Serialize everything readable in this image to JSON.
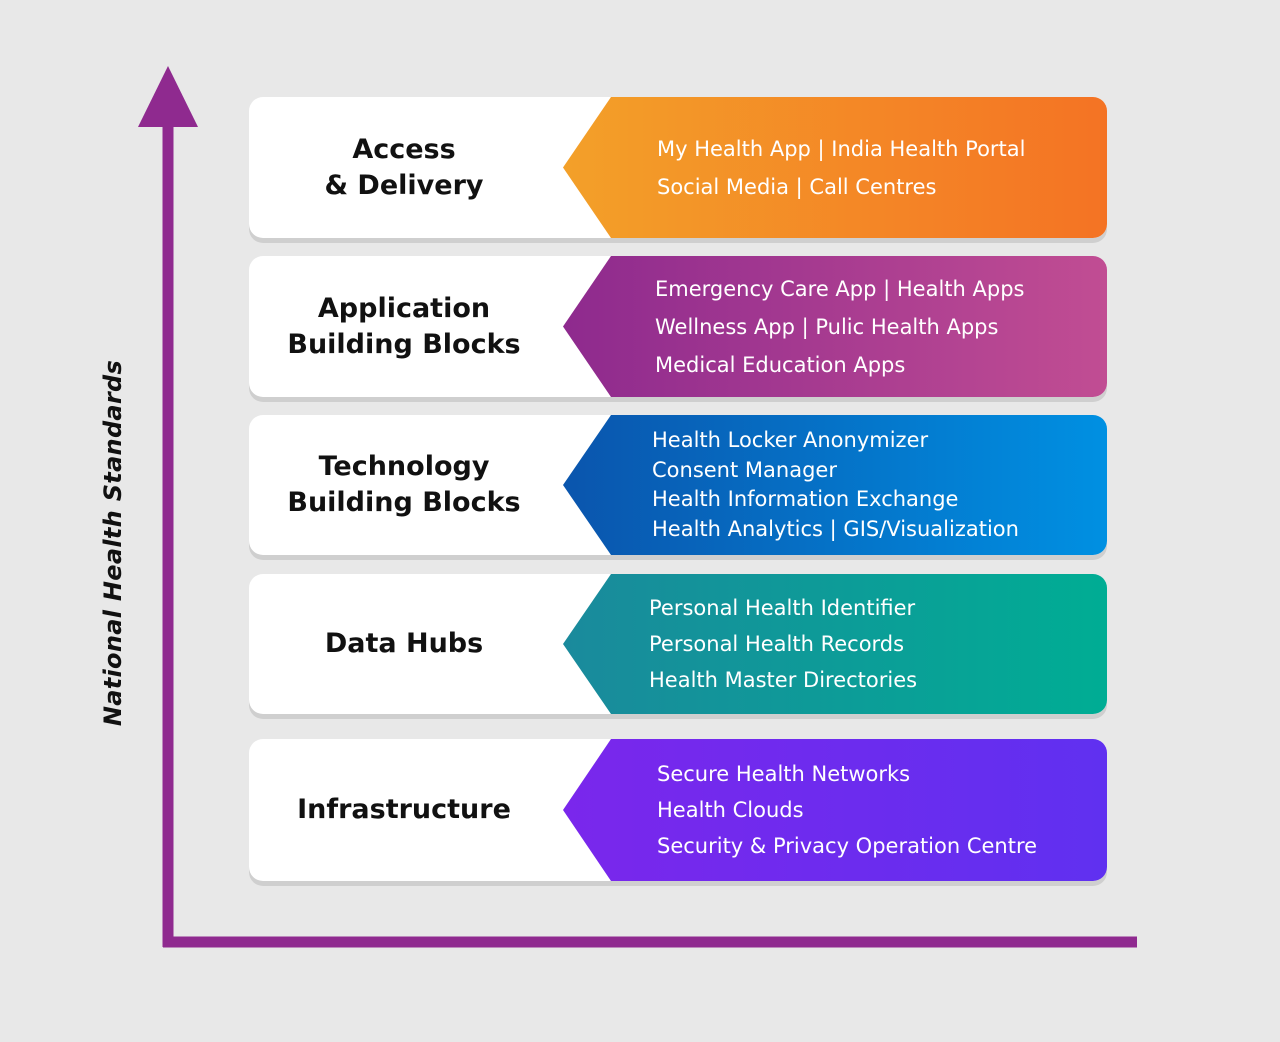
{
  "axis_label": "National Health Standards",
  "colors": {
    "axis": "#8f2a8f",
    "background": "#e8e8e8",
    "card": "#ffffff"
  },
  "layers": [
    {
      "title_lines": [
        "Access",
        "& Delivery"
      ],
      "gradient": [
        "#f3a029",
        "#f47324"
      ],
      "items": [
        "My Health App  |  India Health Portal",
        "Social Media  | Call Centres"
      ]
    },
    {
      "title_lines": [
        "Application",
        "Building Blocks"
      ],
      "gradient": [
        "#8e2a8e",
        "#c14d93"
      ],
      "items": [
        "Emergency Care App  |  Health Apps",
        "Wellness App  |  Pulic Health Apps",
        "Medical Education Apps"
      ]
    },
    {
      "title_lines": [
        "Technology",
        "Building Blocks"
      ],
      "gradient": [
        "#0a55ad",
        "#0090e2"
      ],
      "items": [
        "Health Locker Anonymizer",
        "Consent Manager",
        "Health Information Exchange",
        "Health Analytics  |  GIS/Visualization"
      ]
    },
    {
      "title_lines": [
        "Data Hubs"
      ],
      "gradient": [
        "#1a8a9c",
        "#00ad94"
      ],
      "items": [
        "Personal Health Identifier",
        "Personal Health Records",
        "Health Master Directories"
      ]
    },
    {
      "title_lines": [
        "Infrastructure"
      ],
      "gradient": [
        "#7a27ec",
        "#6030f0"
      ],
      "items": [
        "Secure Health Networks",
        "Health Clouds",
        "Security & Privacy Operation Centre"
      ]
    }
  ]
}
